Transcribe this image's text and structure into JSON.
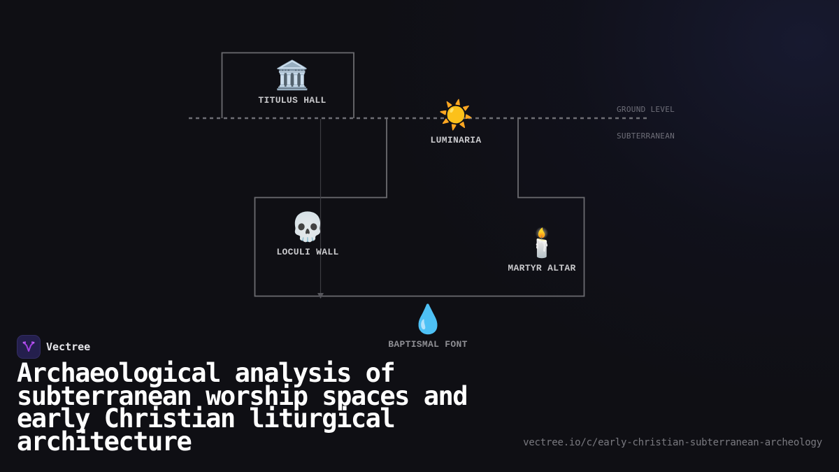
{
  "diagram": {
    "levels": {
      "ground": "GROUND LEVEL",
      "subterranean": "SUBTERRANEAN"
    },
    "nodes": [
      {
        "id": "titulus-hall",
        "icon": "classical-building-icon",
        "emoji": "🏛️",
        "label": "TITULUS HALL"
      },
      {
        "id": "luminaria",
        "icon": "sun-icon",
        "emoji": "☀️",
        "label": "LUMINARIA"
      },
      {
        "id": "loculi-wall",
        "icon": "skull-icon",
        "emoji": "💀",
        "label": "LOCULI WALL"
      },
      {
        "id": "martyr-altar",
        "icon": "candle-icon",
        "emoji": "🕯️",
        "label": "MARTYR ALTAR"
      },
      {
        "id": "baptismal-font",
        "icon": "droplet-icon",
        "emoji": "💧",
        "label": "BAPTISMAL FONT"
      }
    ],
    "colors": {
      "outline": "#6b6b70",
      "ground_line": "#6e6e74",
      "shaft": "#3a3a40",
      "label": "#c9c9cc",
      "level_label": "#6e6e78"
    }
  },
  "brand": {
    "name": "Vectree",
    "logo_color": "#a040e0"
  },
  "title": "Archaeological analysis of subterranean worship spaces and early Christian liturgical architecture",
  "url": "vectree.io/c/early-christian-subterranean-archeology"
}
